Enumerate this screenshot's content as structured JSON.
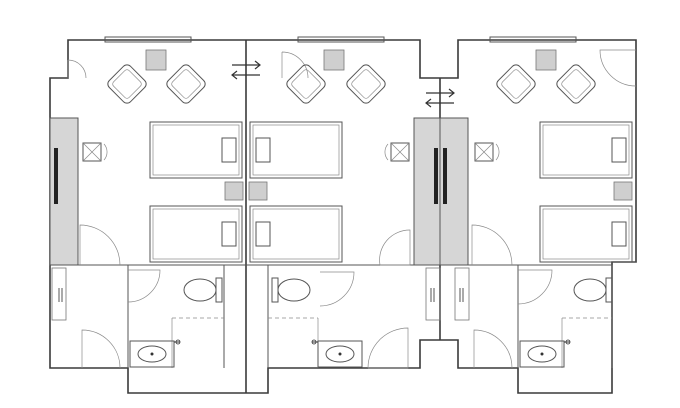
{
  "drawing": {
    "type": "floor-plan",
    "rooms": 3,
    "room_names": [
      "guest-room-1",
      "guest-room-2",
      "guest-room-3"
    ],
    "connecting_door_symbols": 2
  },
  "colors": {
    "wall": "#3a3a3a",
    "line": "#555555",
    "thin_line": "#8a8a8a",
    "wardrobe_fill": "#d6d6d6",
    "dark_detail": "#222222"
  },
  "icons": {
    "connecting_door": "double-arrow-icon",
    "lamp": "lamp-icon",
    "wardrobe_rod": "wardrobe-rod-icon"
  }
}
